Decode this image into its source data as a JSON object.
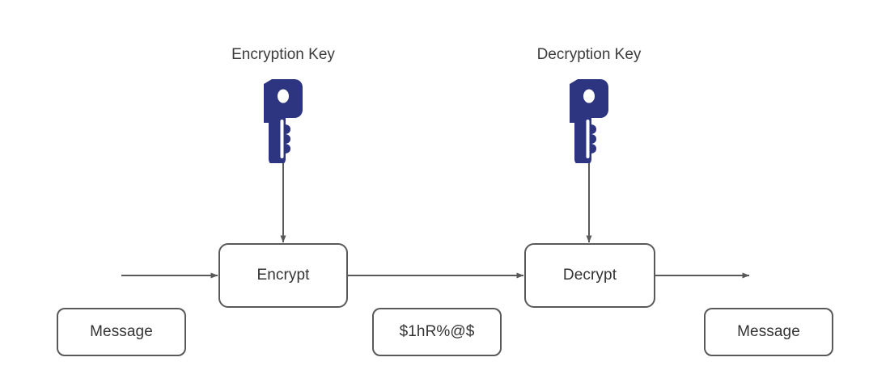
{
  "diagram": {
    "title": "symmetric-encryption-flow",
    "colors": {
      "key_blue": "#2E3580",
      "stroke_gray": "#595959",
      "text_gray": "#333333",
      "label_gray": "#3c3c3c",
      "background": "#ffffff"
    },
    "labels": {
      "encryption_key": "Encryption Key",
      "decryption_key": "Decryption Key"
    },
    "nodes": {
      "encrypt": "Encrypt",
      "decrypt": "Decrypt",
      "message_in": "Message",
      "ciphertext": "$1hR%@$",
      "message_out": "Message"
    },
    "icons": {
      "encryption_key_icon": "key-icon",
      "decryption_key_icon": "key-icon"
    },
    "connectors": [
      {
        "name": "arrow-input-to-encrypt",
        "from": "input",
        "to": "encrypt",
        "direction": "right"
      },
      {
        "name": "arrow-encrypt-to-decrypt",
        "from": "encrypt",
        "to": "decrypt",
        "direction": "right"
      },
      {
        "name": "arrow-decrypt-to-output",
        "from": "decrypt",
        "to": "output",
        "direction": "right"
      },
      {
        "name": "arrow-encryption-key-to-encrypt",
        "from": "encryption-key",
        "to": "encrypt",
        "direction": "down"
      },
      {
        "name": "arrow-decryption-key-to-decrypt",
        "from": "decryption-key",
        "to": "decrypt",
        "direction": "down"
      }
    ]
  }
}
